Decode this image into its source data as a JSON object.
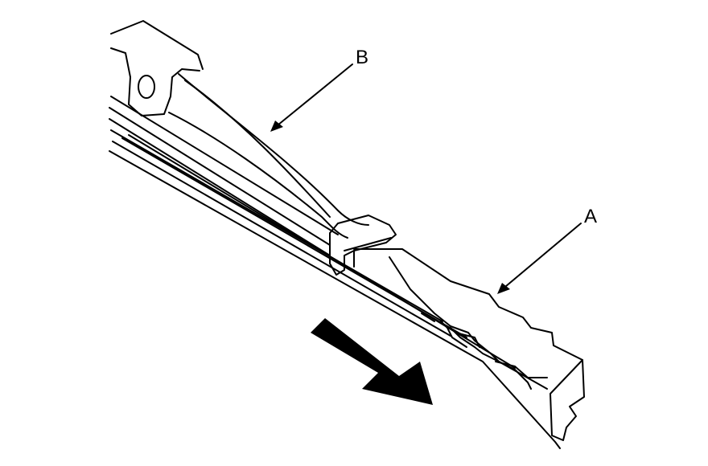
{
  "callouts": {
    "a": "A",
    "b": "B"
  },
  "colors": {
    "ink": "#000000",
    "paper": "#ffffff",
    "arrow_fill": "#000000"
  },
  "parts": {
    "a_part": "wiper-blade-rubber-insert",
    "b_part": "wiper-blade-frame-arm"
  }
}
